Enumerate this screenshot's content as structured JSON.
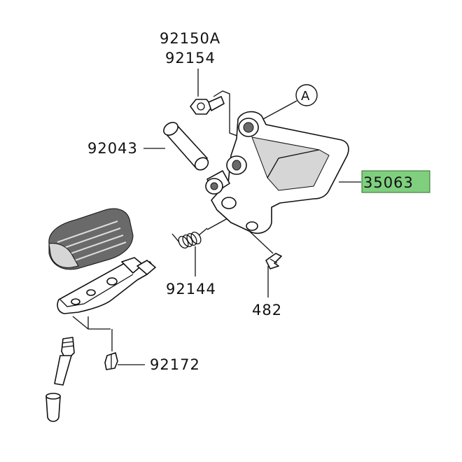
{
  "callouts": {
    "reference_marker": "A",
    "bolt_a": "92150A",
    "bolt_b": "92154",
    "collar": "92043",
    "bracket": "35063",
    "spring": "92144",
    "pin_clip": "482",
    "screw": "92172"
  },
  "colors": {
    "highlight_fill": "#7fcf7f",
    "line": "#111111",
    "background": "#ffffff"
  }
}
